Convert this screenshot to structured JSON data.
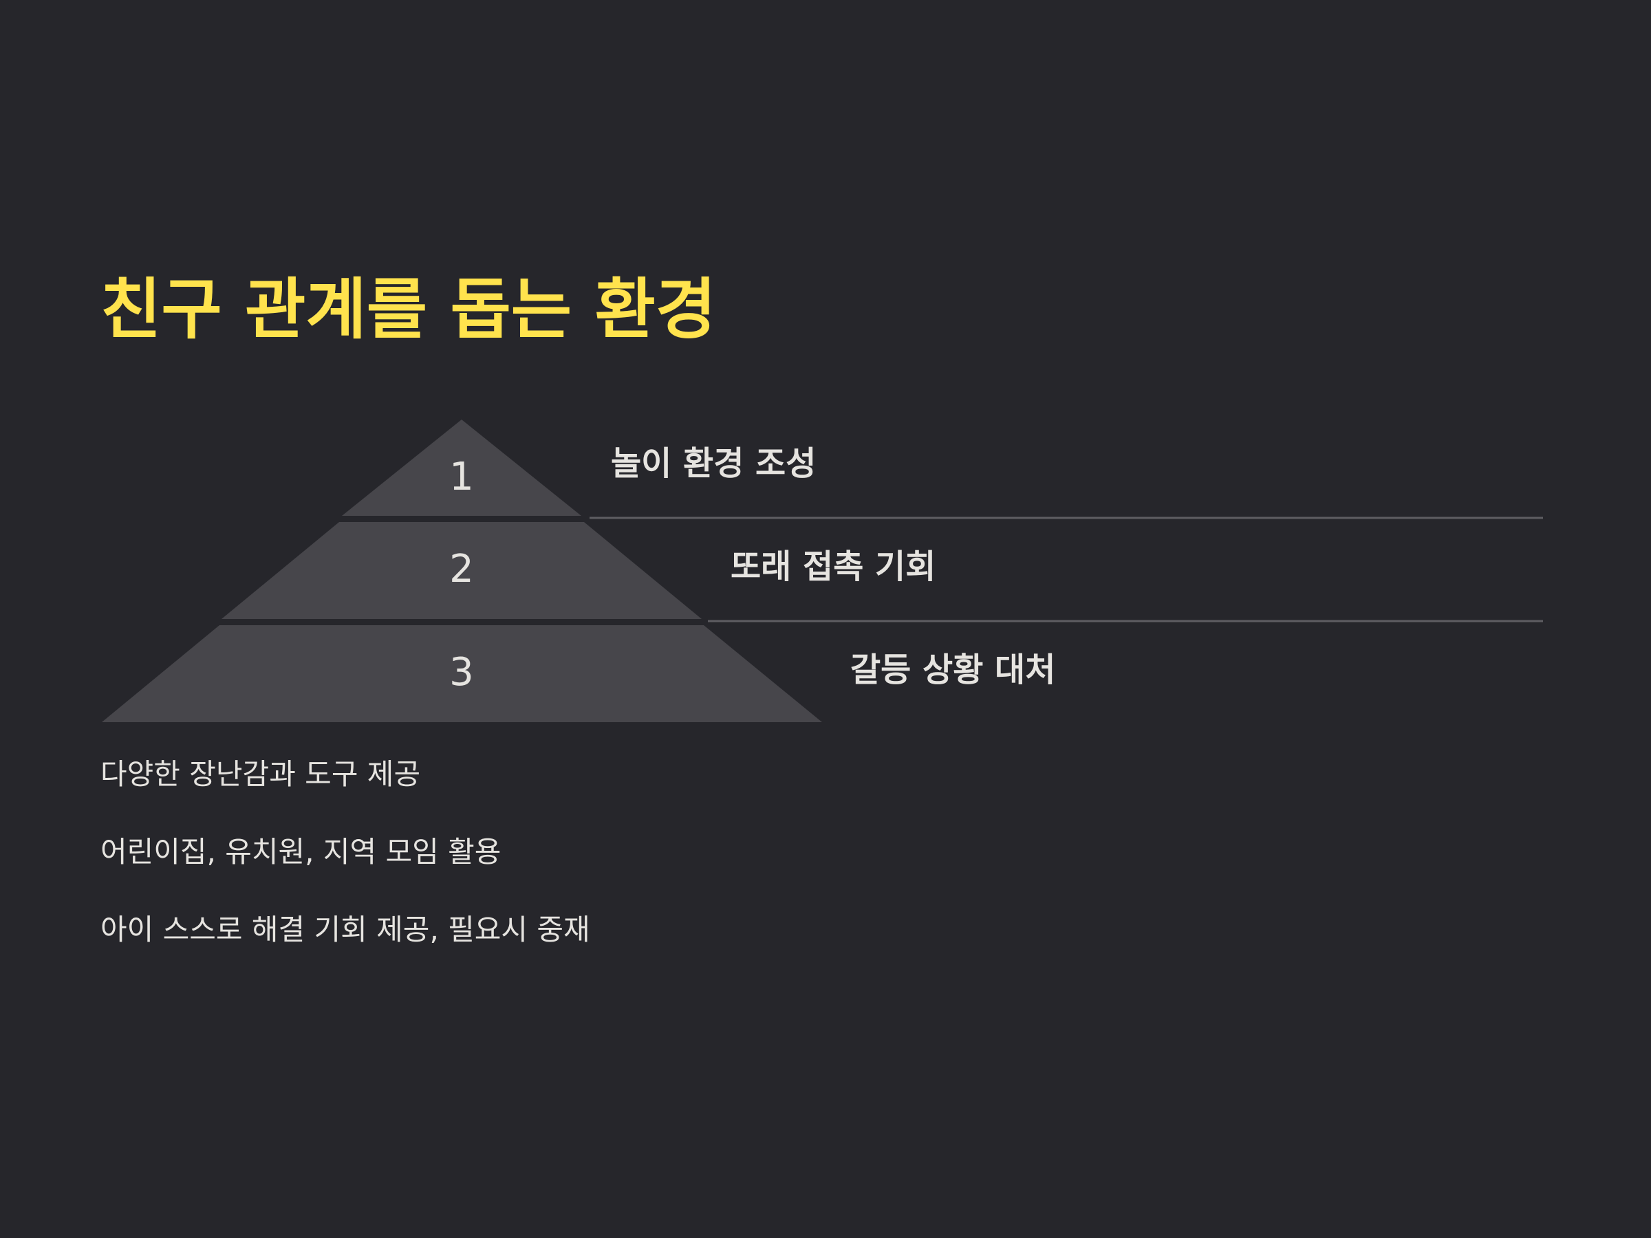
{
  "slide": {
    "title": "친구 관계를 돕는 환경",
    "tiers": [
      {
        "number": "1",
        "label": "놀이 환경 조성"
      },
      {
        "number": "2",
        "label": "또래 접촉 기회"
      },
      {
        "number": "3",
        "label": "갈등 상황 대처"
      }
    ],
    "descriptions": [
      "다양한 장난감과 도구 제공",
      "어린이집, 유치원, 지역 모임 활용",
      "아이 스스로 해결 기회 제공, 필요시 중재"
    ]
  },
  "colors": {
    "background": "#26262b",
    "title": "#ffe34d",
    "tier_fill": "#47464b",
    "divider": "#5e5d62",
    "text": "#e6e4e0"
  }
}
